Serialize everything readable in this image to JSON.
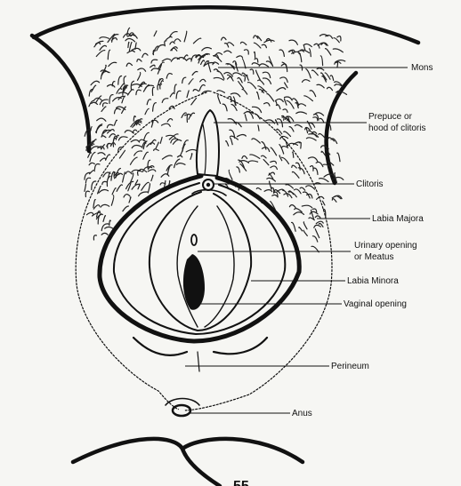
{
  "diagram": {
    "labels": {
      "mons": "Mons",
      "prepuce_line1": "Prepuce or",
      "prepuce_line2": "hood of clitoris",
      "clitoris": "Clitoris",
      "labia_majora": "Labia Majora",
      "urinary_line1": "Urinary opening",
      "urinary_line2": "or Meatus",
      "labia_minora": "Labia Minora",
      "vaginal_opening": "Vaginal opening",
      "perineum": "Perineum",
      "anus": "Anus"
    },
    "page_fragment": "55"
  }
}
